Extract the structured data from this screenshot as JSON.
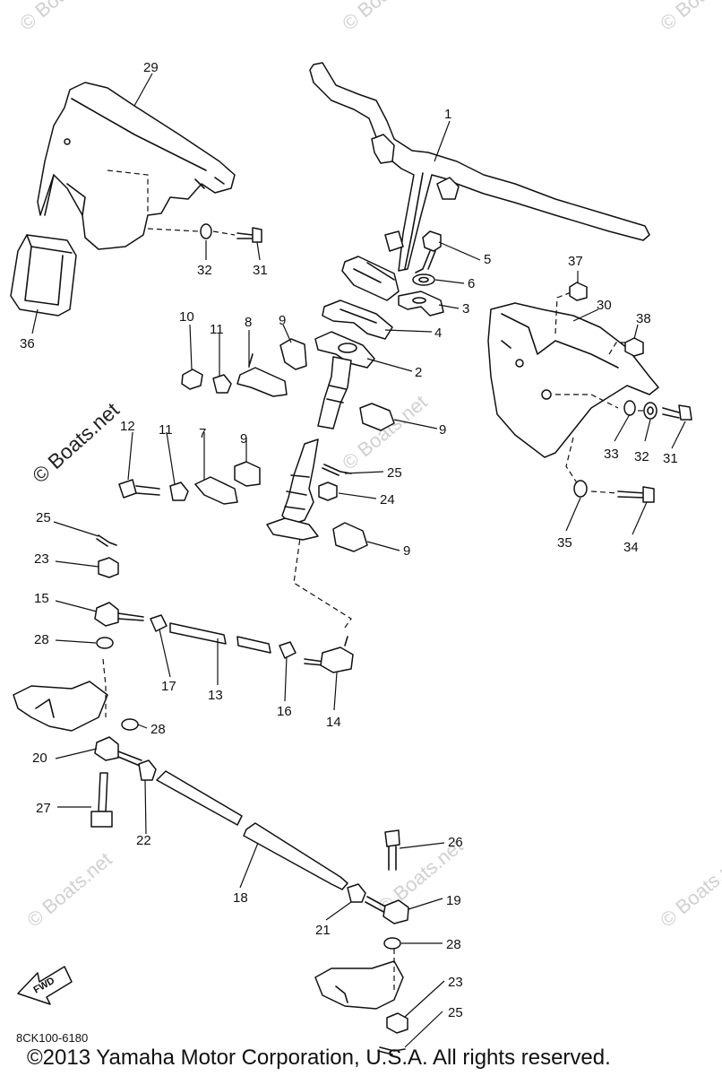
{
  "diagram": {
    "callouts": [
      "1",
      "2",
      "3",
      "4",
      "5",
      "6",
      "7",
      "8",
      "9",
      "10",
      "11",
      "12",
      "13",
      "14",
      "15",
      "16",
      "17",
      "18",
      "19",
      "20",
      "21",
      "22",
      "23",
      "24",
      "25",
      "26",
      "27",
      "28",
      "29",
      "30",
      "31",
      "32",
      "33",
      "34",
      "35",
      "36",
      "37",
      "38"
    ],
    "watermark": "© Boats.net",
    "direction_arrow": "FWD",
    "diagram_code": "8CK100-6180",
    "copyright": "©2013 Yamaha Motor Corporation, U.S.A. All rights reserved.",
    "colors": {
      "ink": "#111111",
      "watermark": "#d0d0d0",
      "background": "#ffffff"
    }
  }
}
